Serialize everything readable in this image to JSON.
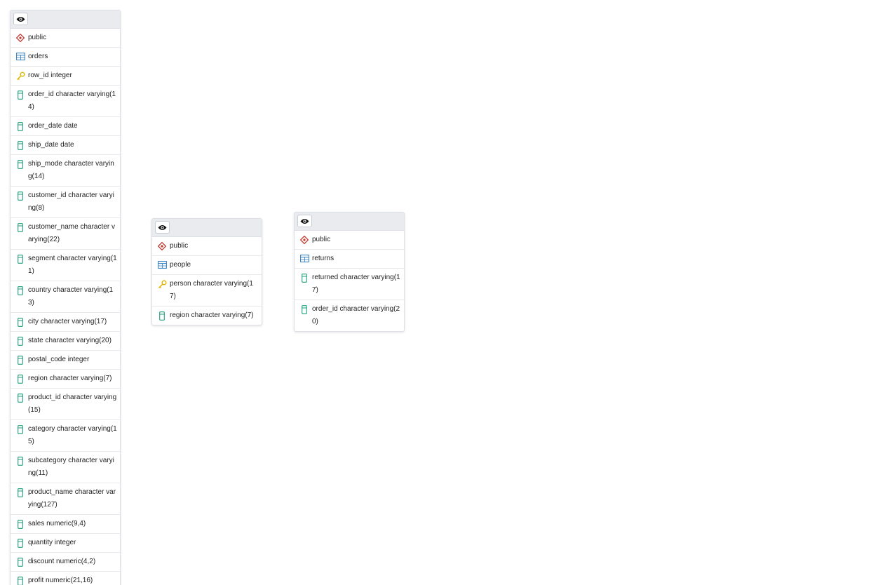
{
  "colors": {
    "header_bg": "#e9ebef",
    "schema_icon": "#c0392b",
    "table_icon": "#2b7bbd",
    "key_icon": "#e0b400",
    "column_icon": "#1e9e7a"
  },
  "tables": [
    {
      "schema": "public",
      "name": "orders",
      "columns": [
        {
          "text": "row_id integer",
          "key": true
        },
        {
          "text": "order_id character varying(14)",
          "key": false
        },
        {
          "text": "order_date date",
          "key": false
        },
        {
          "text": "ship_date date",
          "key": false
        },
        {
          "text": "ship_mode character varying(14)",
          "key": false
        },
        {
          "text": "customer_id character varying(8)",
          "key": false
        },
        {
          "text": "customer_name character varying(22)",
          "key": false
        },
        {
          "text": "segment character varying(11)",
          "key": false
        },
        {
          "text": "country character varying(13)",
          "key": false
        },
        {
          "text": "city character varying(17)",
          "key": false
        },
        {
          "text": "state character varying(20)",
          "key": false
        },
        {
          "text": "postal_code integer",
          "key": false
        },
        {
          "text": "region character varying(7)",
          "key": false
        },
        {
          "text": "product_id character varying(15)",
          "key": false
        },
        {
          "text": "category character varying(15)",
          "key": false
        },
        {
          "text": "subcategory character varying(11)",
          "key": false
        },
        {
          "text": "product_name character varying(127)",
          "key": false
        },
        {
          "text": "sales numeric(9,4)",
          "key": false
        },
        {
          "text": "quantity integer",
          "key": false
        },
        {
          "text": "discount numeric(4,2)",
          "key": false
        },
        {
          "text": "profit numeric(21,16)",
          "key": false
        }
      ]
    },
    {
      "schema": "public",
      "name": "people",
      "columns": [
        {
          "text": "person character varying(17)",
          "key": true
        },
        {
          "text": "region character varying(7)",
          "key": false
        }
      ]
    },
    {
      "schema": "public",
      "name": "returns",
      "columns": [
        {
          "text": "returned character varying(17)",
          "key": false
        },
        {
          "text": "order_id character varying(20)",
          "key": false
        }
      ]
    }
  ]
}
